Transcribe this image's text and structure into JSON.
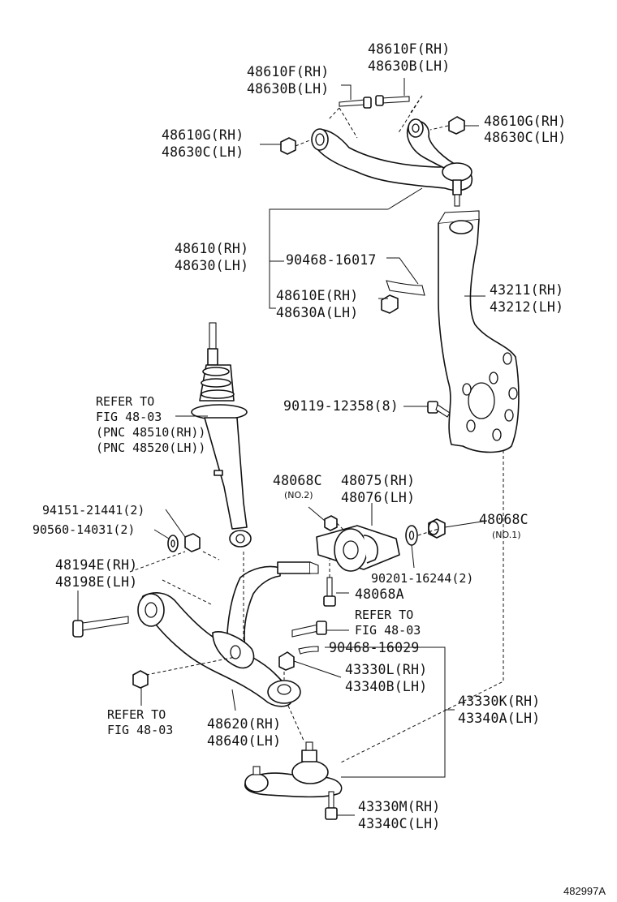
{
  "labels": {
    "upper_bolt_rh": "48610F(RH)",
    "upper_bolt_lh": "48630B(LH)",
    "upper_bolt2_rh": "48610F(RH)",
    "upper_bolt2_lh": "48630B(LH)",
    "upper_nut_left_rh": "48610G(RH)",
    "upper_nut_left_lh": "48630C(LH)",
    "upper_nut_right_rh": "48610G(RH)",
    "upper_nut_right_lh": "48630C(LH)",
    "upper_arm_rh": "48610(RH)",
    "upper_arm_lh": "48630(LH)",
    "cotter_pin_1": "90468-16017",
    "ball_joint_upper_rh": "48610E(RH)",
    "ball_joint_upper_lh": "48630A(LH)",
    "knuckle_rh": "43211(RH)",
    "knuckle_lh": "43212(LH)",
    "refer_shock_1": "REFER TO",
    "refer_shock_2": "FIG 48-03",
    "refer_shock_3": "(PNC 48510(RH))",
    "refer_shock_4": "(PNC 48520(LH))",
    "knuckle_bolt": "90119-12358(8)",
    "bushing_nut_c2": "48068C",
    "bushing_nut_c2_note": "(NO.2)",
    "bushing_rh": "48075(RH)",
    "bushing_lh": "48076(LH)",
    "bushing_nut_c1": "48068C",
    "bushing_nut_c1_note": "(NO.1)",
    "nut_94151": "94151-21441(2)",
    "washer_90560": "90560-14031(2)",
    "washer_90201": "90201-16244(2)",
    "lower_bolt_rh": "48194E(RH)",
    "lower_bolt_lh": "48198E(LH)",
    "bolt_48068a": "48068A",
    "refer_mid_1": "REFER TO",
    "refer_mid_2": "FIG 48-03",
    "cotter_pin_2": "90468-16029",
    "ball_joint_lower_l_rh": "43330L(RH)",
    "ball_joint_lower_l_lh": "43340B(LH)",
    "ball_joint_lower_k_rh": "43330K(RH)",
    "ball_joint_lower_k_lh": "43340A(LH)",
    "refer_low_1": "REFER TO",
    "refer_low_2": "FIG 48-03",
    "lower_arm_rh": "48620(RH)",
    "lower_arm_lh": "48640(LH)",
    "ball_joint_lower_m_rh": "43330M(RH)",
    "ball_joint_lower_m_lh": "43340C(LH)",
    "diagram_id": "482997A"
  }
}
